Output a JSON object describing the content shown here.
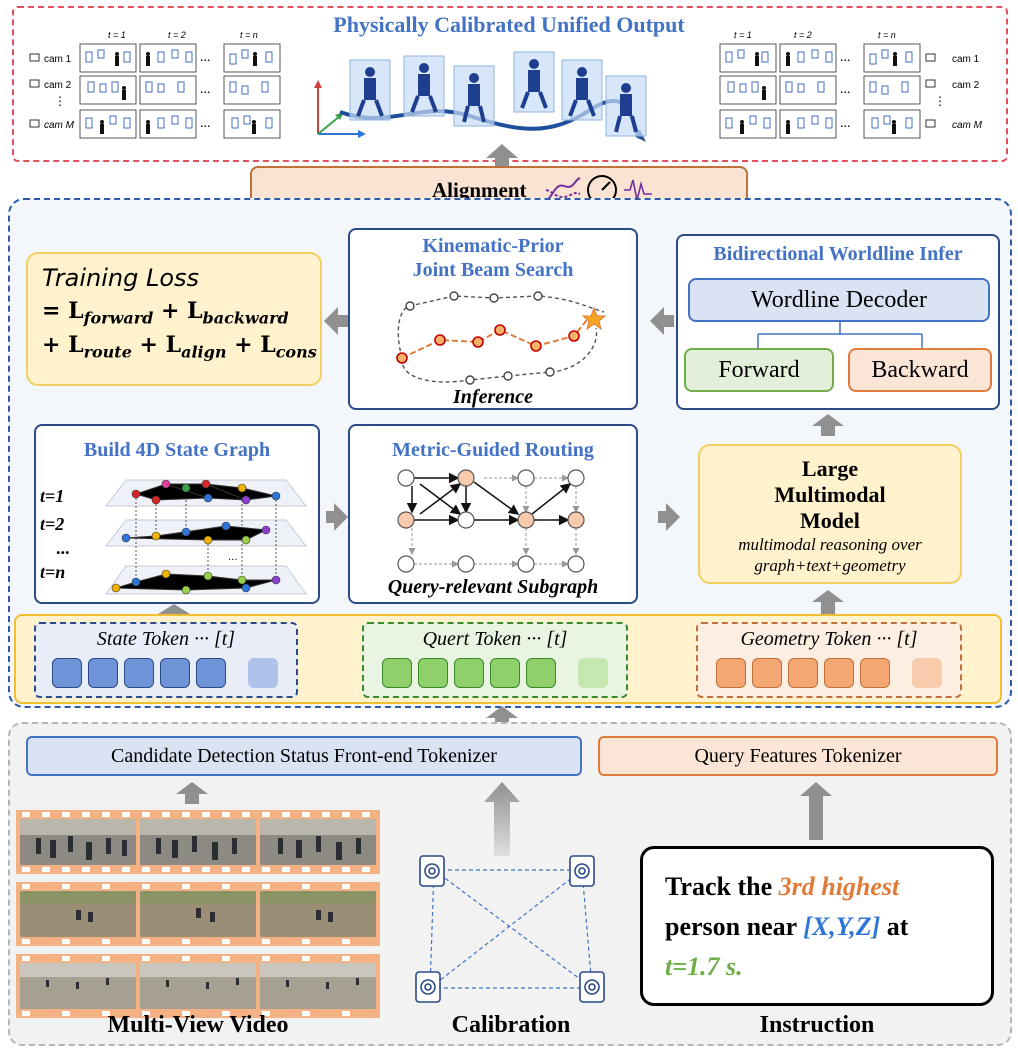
{
  "top": {
    "title": "Physically Calibrated Unified Output",
    "time_labels": [
      "t = 1",
      "t = 2",
      "t = n"
    ],
    "cams": [
      "cam 1",
      "cam 2",
      "cam M"
    ],
    "ellipsis": "...",
    "vdots": "⋮"
  },
  "alignment": {
    "label": "Alignment"
  },
  "loss": {
    "title": "Training Loss",
    "line1": "= L",
    "forward_sub": "forward",
    "plus_backward": " + L",
    "backward_sub": "backward",
    "line2_prefix": "+ L",
    "route_sub": "route",
    "align_prefix": " + L",
    "align_sub": "align",
    "cons_prefix": " + L",
    "cons_sub": "cons"
  },
  "beam": {
    "title_line1": "Kinematic-Prior",
    "title_line2": "Joint Beam Search",
    "caption": "Inference"
  },
  "bidir": {
    "title": "Bidirectional Worldline Infer",
    "decoder": "Wordline Decoder",
    "forward": "Forward",
    "backward": "Backward"
  },
  "graph": {
    "title": "Build 4D State Graph",
    "t_labels": [
      "t=1",
      "t=2",
      "...",
      "t=n"
    ]
  },
  "routing": {
    "title": "Metric-Guided Routing",
    "caption": "Query-relevant Subgraph"
  },
  "lmm": {
    "line1": "Large",
    "line2": "Multimodal",
    "line3": "Model",
    "sub1": "multimodal reasoning over",
    "sub2": "graph+text+geometry"
  },
  "tokens": {
    "state": "State Token ··· [t]",
    "query": "Quert Token ··· [t]",
    "geometry": "Geometry Token ··· [t]"
  },
  "tokenizers": {
    "candidate": "Candidate Detection Status Front-end Tokenizer",
    "query": "Query Features Tokenizer"
  },
  "instruction": {
    "p1": "Track the ",
    "highlight1": "3rd highest",
    "p2": "person near ",
    "highlight2": "[X,Y,Z]",
    "p3": " at",
    "highlight3": "t=1.7 s.",
    "label": "Instruction"
  },
  "bottom_labels": {
    "video": "Multi-View Video",
    "calibration": "Calibration"
  },
  "colors": {
    "blue_title": "#4472c4",
    "orange": "#e07b39",
    "green": "#70ad47",
    "dark_blue": "#2b4a88",
    "red_dashed": "#e05060"
  }
}
